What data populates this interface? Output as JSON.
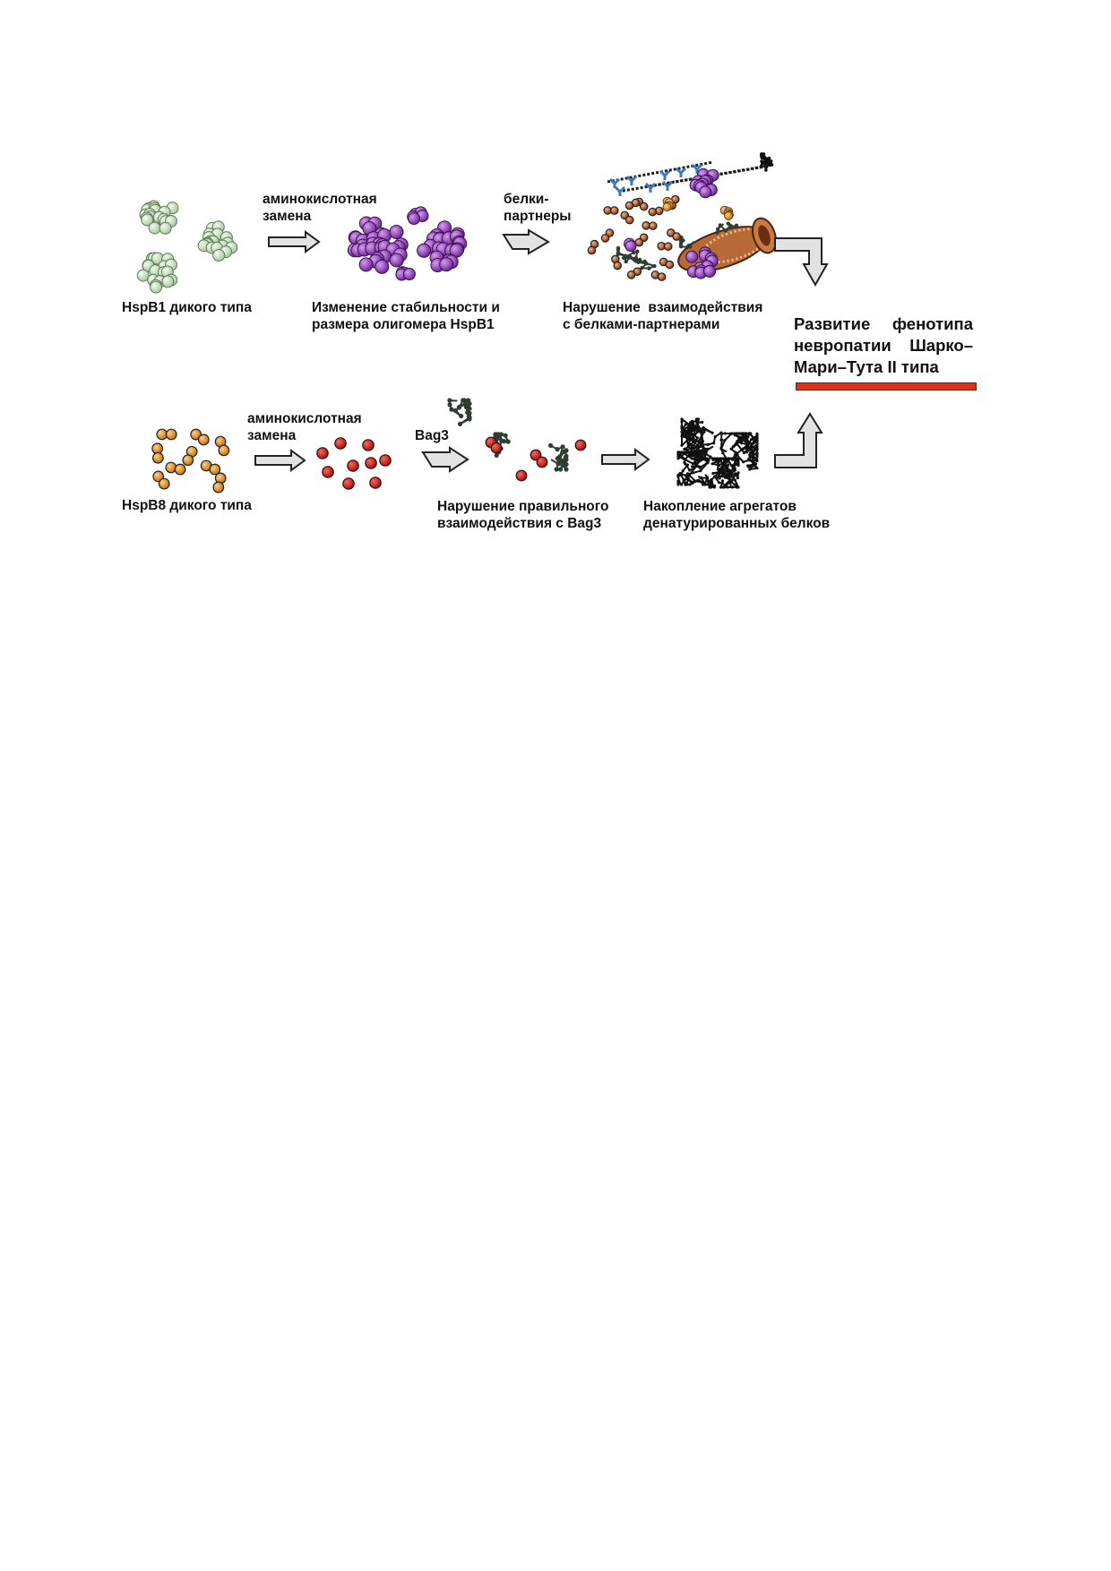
{
  "colors": {
    "hspb1_wild": "#cfe6c8",
    "hspb1_mutant": "#9b4fc4",
    "hspb8_wild": "#ee9a2a",
    "hspb8_mutant": "#d42a22",
    "bag3": "#2f3d33",
    "aggregate": "#111111",
    "partner_orange": "#d9743a",
    "cytoskeleton_blue": "#3d78b8",
    "arrow_fill": "#e2e2e2",
    "outcome_bar": "#d6341f"
  },
  "row1": {
    "wild_label": "HspB1 дикого типа",
    "arrow1_label": [
      "аминокислотная",
      "замена"
    ],
    "mutant_label": [
      "Изменение стабильности и",
      "размера олигомера HspB1"
    ],
    "arrow2_label": [
      "белки-",
      "партнеры"
    ],
    "partners_label": [
      "Нарушение  взаимодействия",
      "с белками-партнерами"
    ]
  },
  "row2": {
    "wild_label": "HspB8 дикого типа",
    "arrow1_label": [
      "аминокислотная",
      "замена"
    ],
    "arrow2_label": "Bag3",
    "bag3_label": [
      "Нарушение правильного",
      "взаимодействия с Bag3"
    ],
    "aggregates_label": [
      "Накопление агрегатов",
      "денатурированных белков"
    ]
  },
  "outcome": {
    "lines": [
      "Развитие  фенотипа",
      "невропатии  Шарко–",
      "Мари–Тута II типа"
    ]
  }
}
